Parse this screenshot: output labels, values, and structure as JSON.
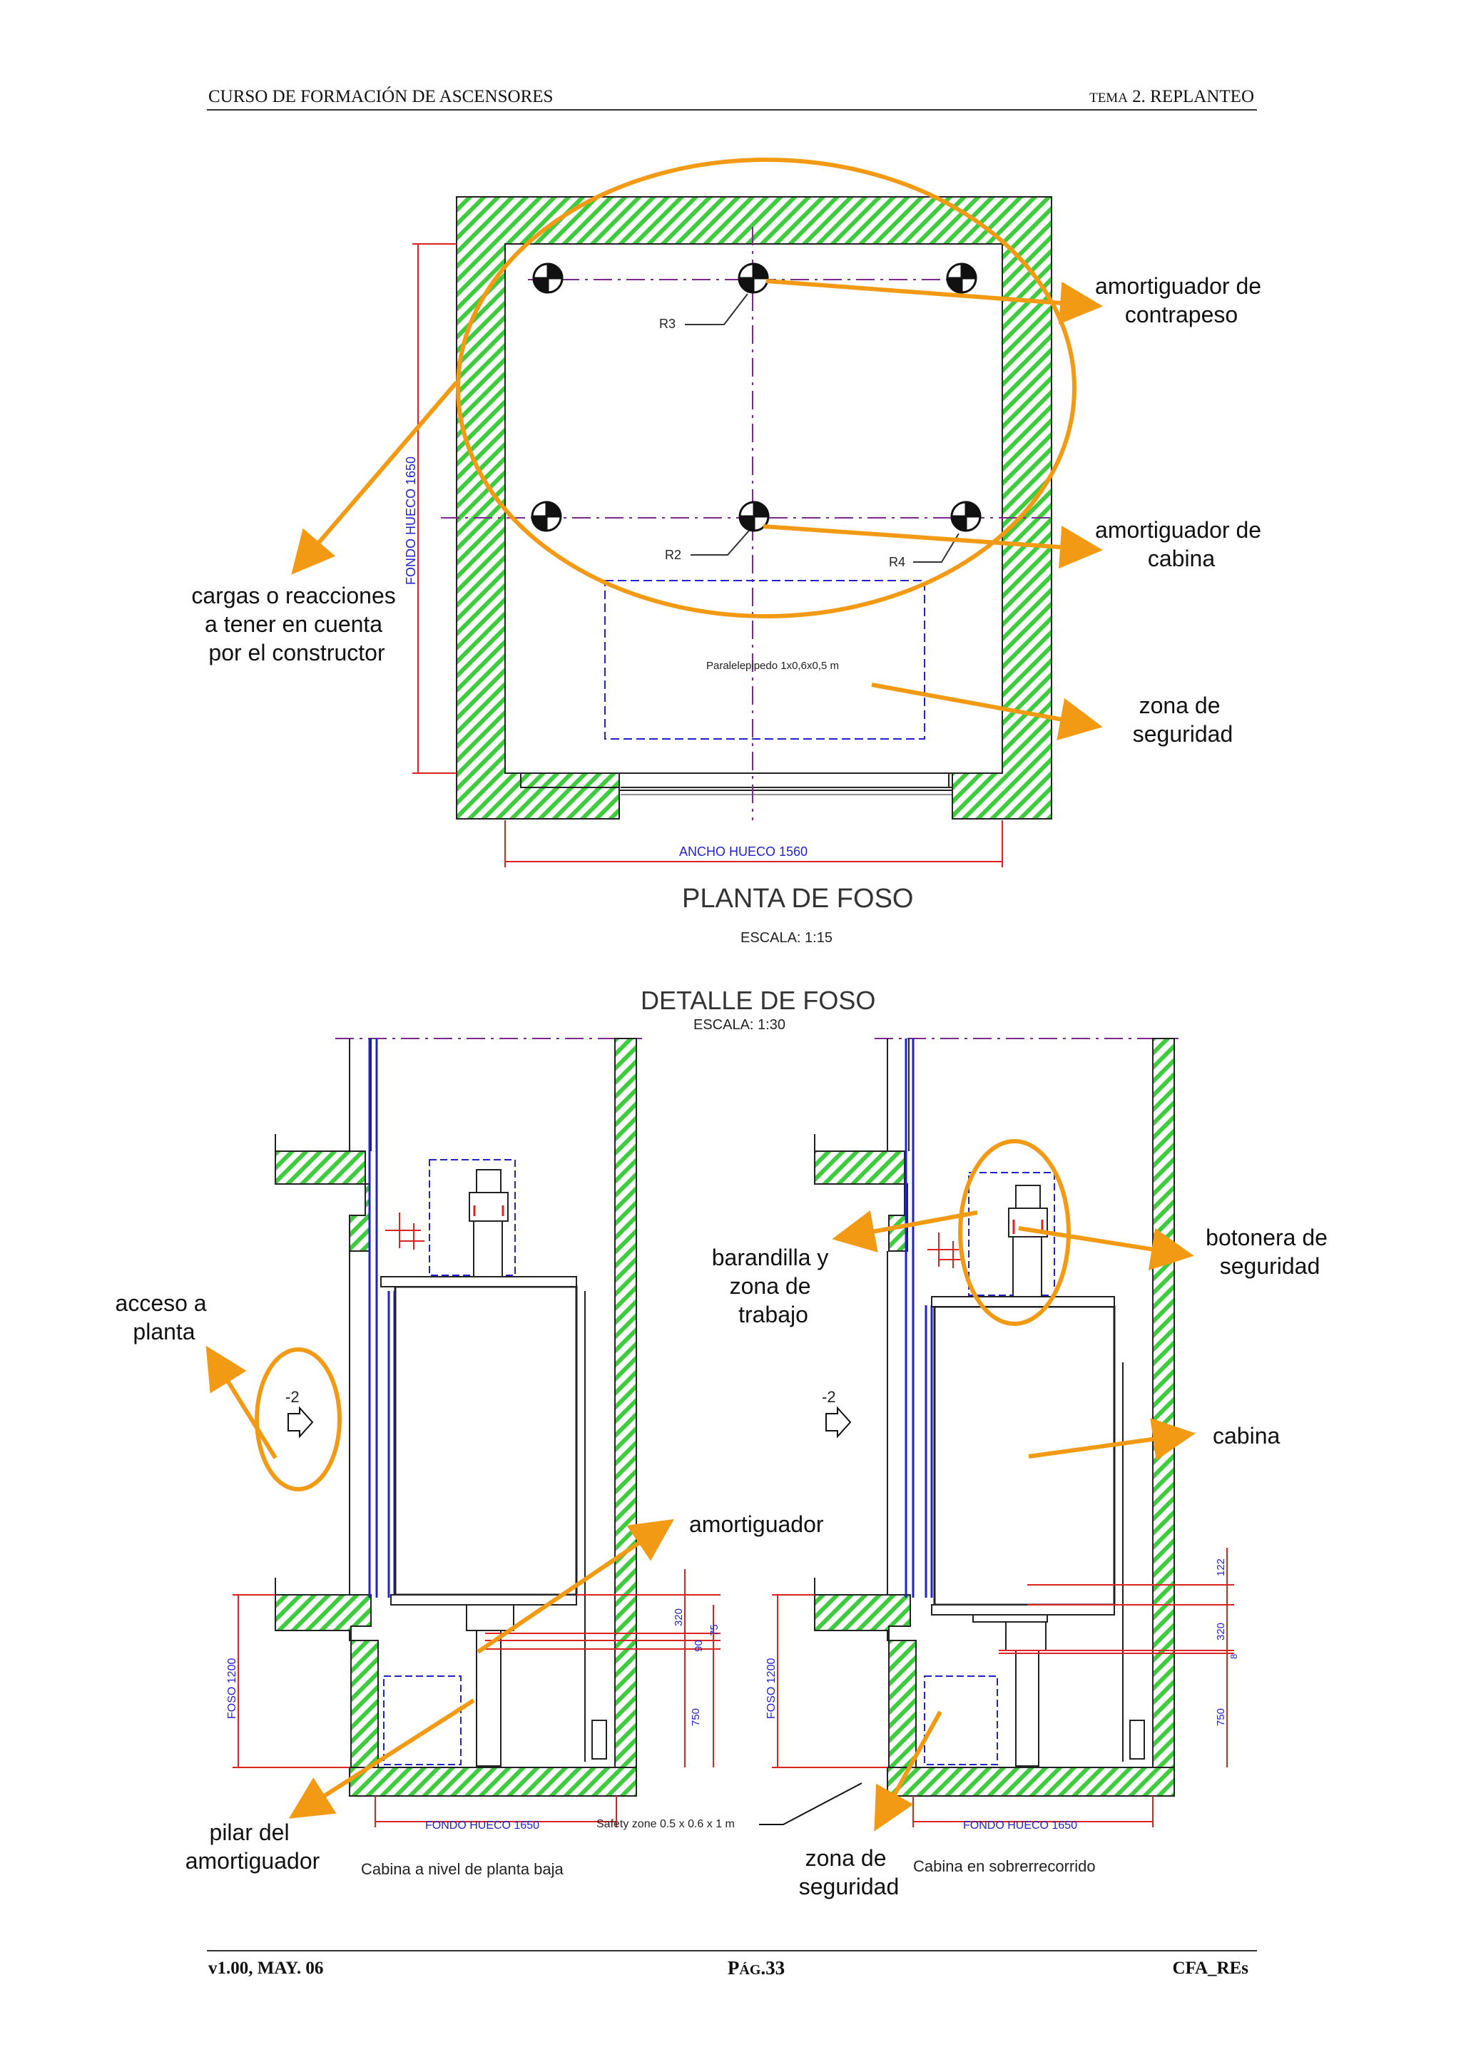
{
  "header": {
    "left": "CURSO DE FORMACIÓN DE ASCENSORES",
    "right_prefix": "TEMA",
    "right_main": "2. REPLANTEO"
  },
  "footer": {
    "version": "v1.00, MAY. 06",
    "page_prefix": "P",
    "page_small": "ÁG",
    "page_number": ".33",
    "code": "CFA_REs"
  },
  "plan": {
    "title": "PLANTA DE FOSO",
    "scale": "ESCALA: 1:15",
    "width_dim": "ANCHO HUECO  1560",
    "depth_dim": "FONDO HUECO 1650",
    "parallelepiped": "Paralelepipedo 1x0,6x0,5 m",
    "r2": "R2",
    "r3": "R3",
    "r4": "R4"
  },
  "detail": {
    "title": "DETALLE DE FOSO",
    "scale": "ESCALA: 1:30",
    "level_left": "-2",
    "level_right": "-2",
    "pit_left": "FOSO  1200",
    "pit_right": "FOSO  1200",
    "depth_left": "FONDO HUECO  1650",
    "depth_right": "FONDO HUECO  1650",
    "caption_left": "Cabina a nivel de planta baja",
    "caption_right": "Cabina en sobrerrecorrido",
    "safety_zone": "Safety zone 0.5 x 0.6 x 1 m",
    "dims_left": [
      "320",
      "90",
      "75",
      "750"
    ],
    "dims_right": [
      "122",
      "320",
      "8",
      "750"
    ]
  },
  "annotations": {
    "counterweight_buffer": [
      "amortiguador de",
      "contrapeso"
    ],
    "car_buffer": [
      "amortiguador de",
      "cabina"
    ],
    "loads": [
      "cargas o reacciones",
      "a tener en cuenta",
      "por el constructor"
    ],
    "safety_zone_plan": [
      "zona de",
      "seguridad"
    ],
    "floor_access": [
      "acceso a",
      "planta"
    ],
    "railing": [
      "barandilla y",
      "zona de",
      "trabajo"
    ],
    "safety_panel": [
      "botonera de",
      "seguridad"
    ],
    "car": "cabina",
    "buffer": "amortiguador",
    "buffer_pillar": [
      "pilar del",
      "amortiguador"
    ],
    "safety_zone_detail": [
      "zona de",
      "seguridad"
    ]
  },
  "colors": {
    "accent": "#f39a14",
    "hatch": "#3ecb3e",
    "dimension": "#dd2222",
    "blue": "#2222cc",
    "axis": "#7a2a8a"
  }
}
